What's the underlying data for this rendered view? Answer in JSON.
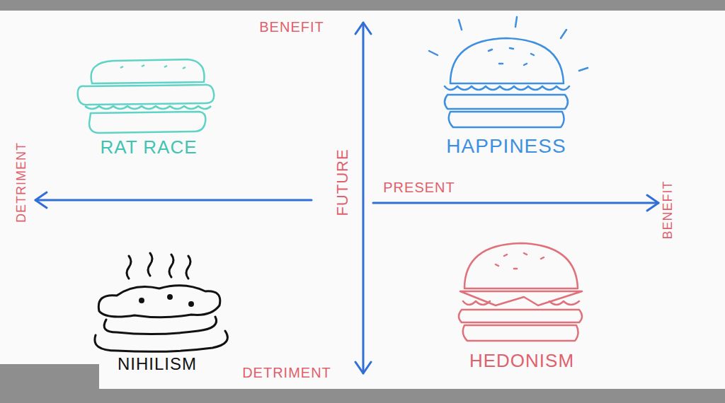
{
  "diagram": {
    "labels": [
      "BENEFIT",
      "DETRIMENT",
      "FUTURE",
      "PRESENT",
      "BENEFIT",
      "DETRIMENT",
      "RAT RACE",
      "HAPPINESS",
      "NIHILISM",
      "HEDONISM"
    ]
  }
}
